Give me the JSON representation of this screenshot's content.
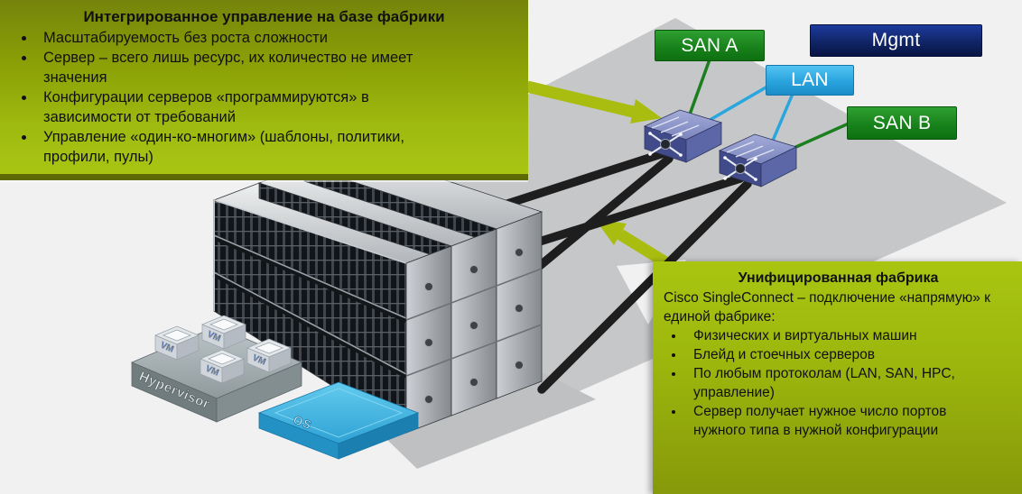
{
  "callout_left": {
    "title": "Интегрированное управление на базе фабрики",
    "bullets": [
      "Масштабируемость без роста сложности",
      "Сервер – всего лишь ресурс, их количество не имеет значения",
      "Конфигурации серверов «программируются» в зависимости от требований",
      "Управление «один-ко-многим» (шаблоны, политики, профили, пулы)"
    ]
  },
  "callout_right": {
    "title": "Унифицированная фабрика",
    "intro": "Cisco SingleConnect – подключение «напрямую» к единой фабрике:",
    "bullets": [
      "Физических и виртуальных машин",
      "Блейд и стоечных серверов",
      "По любым протоколам (LAN, SAN, HPC, управление)",
      "Сервер получает нужное число портов нужного типа в нужной конфигурации"
    ]
  },
  "network_labels": {
    "san_a": "SAN A",
    "mgmt": "Mgmt",
    "lan": "LAN",
    "san_b": "SAN B"
  },
  "art": {
    "hypervisor": "Hypervisor",
    "os": "OS",
    "vm": "VM"
  },
  "colors": {
    "callout_green_top": "#75840b",
    "callout_green_bottom": "#a9c513",
    "san_green": "#18821b",
    "mgmt_navy": "#102566",
    "lan_blue": "#29a3dd",
    "plane_gray": "#c6c7c8",
    "cable_black": "#1e1e1e",
    "arrow_green": "#a9bd10",
    "switch_blue": "#4a5490"
  }
}
